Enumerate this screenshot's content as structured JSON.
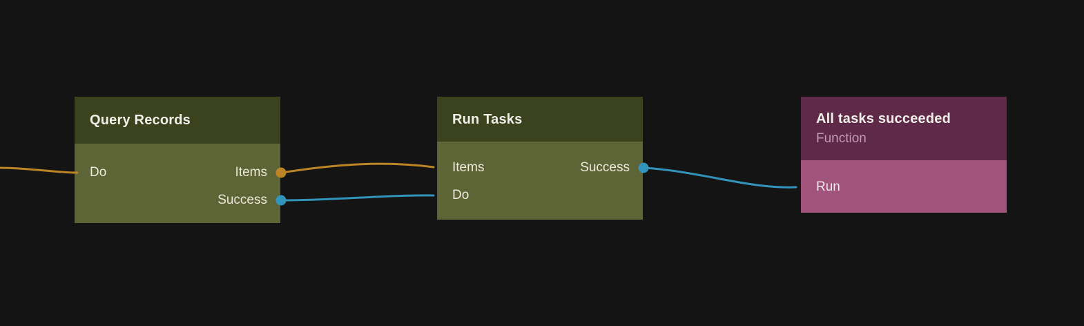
{
  "canvas": {
    "background": "#141414"
  },
  "colors": {
    "edge_orange": "#bc8424",
    "edge_blue": "#3293bb",
    "green_node_header": "#3a431d",
    "green_node_body": "#5d6436",
    "purple_node_header": "#5e2a47",
    "purple_node_body": "#a0537b",
    "title_text": "#f2efe9",
    "subtitle_text": "#c49ab8"
  },
  "nodes": [
    {
      "title": "Query Records",
      "inputs": [
        {
          "label": "Do"
        }
      ],
      "outputs": [
        {
          "label": "Items",
          "color": "#bc8424"
        },
        {
          "label": "Success",
          "color": "#3293bb"
        }
      ]
    },
    {
      "title": "Run Tasks",
      "inputs": [
        {
          "label": "Items"
        },
        {
          "label": "Do"
        }
      ],
      "outputs": [
        {
          "label": "Success",
          "color": "#3293bb"
        }
      ]
    },
    {
      "title": "All tasks succeeded",
      "subtitle": "Function",
      "inputs": [
        {
          "label": "Run"
        }
      ],
      "outputs": []
    }
  ],
  "edges": [
    {
      "from": "off-canvas-left",
      "to": "Query Records.Do",
      "color": "#bc8424"
    },
    {
      "from": "Query Records.Items",
      "to": "Run Tasks.Items",
      "color": "#bc8424"
    },
    {
      "from": "Query Records.Success",
      "to": "Run Tasks.Do",
      "color": "#3293bb"
    },
    {
      "from": "Run Tasks.Success",
      "to": "All tasks succeeded.Run",
      "color": "#3293bb"
    }
  ]
}
